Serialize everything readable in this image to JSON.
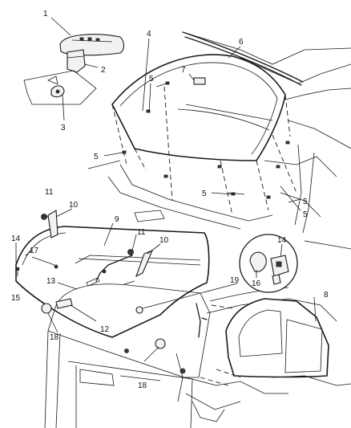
{
  "callouts": {
    "c1": "1",
    "c2": "2",
    "c3": "3",
    "c4": "4",
    "c5a": "5",
    "c5b": "5",
    "c5c": "5",
    "c5d": "5",
    "c5e": "5",
    "c6": "6",
    "c7": "7",
    "c8": "8",
    "c9": "9",
    "c10a": "10",
    "c10b": "10",
    "c11a": "11",
    "c11b": "11",
    "c12": "12",
    "c13": "13",
    "c14a": "14",
    "c14b": "14",
    "c15": "15",
    "c16": "16",
    "c17": "17",
    "c18a": "18",
    "c18b": "18",
    "c19": "19"
  },
  "colors": {
    "line": "#1a1a1a",
    "background": "#ffffff"
  }
}
